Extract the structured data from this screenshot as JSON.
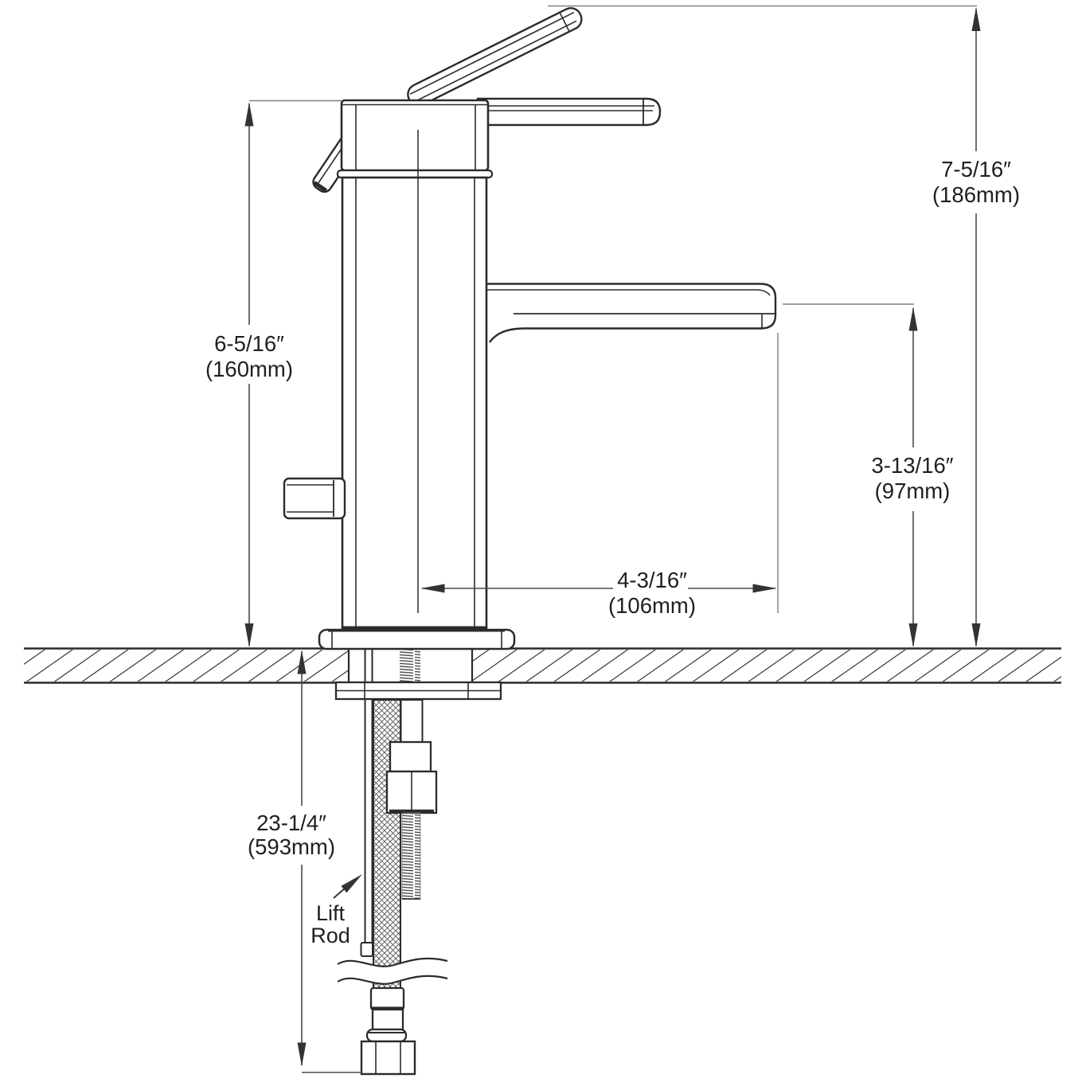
{
  "diagram": {
    "subject": "single-handle-lavatory-faucet-side-elevation-with-installation-dimensions",
    "colors": {
      "background": "#ffffff",
      "line_art": "#2b2b2b",
      "dimension_line": "#4a4a4a",
      "extension_line": "#808080",
      "arrow": "#333333",
      "text": "#1f1f1f"
    },
    "dims": {
      "overall_height": {
        "in": "7-5/16″",
        "mm": "(186mm)"
      },
      "deck_to_handle_top": {
        "in": "6-5/16″",
        "mm": "(160mm)"
      },
      "deck_to_spout": {
        "in": "3-13/16″",
        "mm": "(97mm)"
      },
      "spout_reach": {
        "in": "4-3/16″",
        "mm": "(106mm)"
      },
      "lift_rod_below_deck": {
        "in": "23-1/4″",
        "mm": "(593mm)"
      }
    },
    "labels": {
      "lift_rod_line1": "Lift",
      "lift_rod_line2": "Rod"
    }
  }
}
